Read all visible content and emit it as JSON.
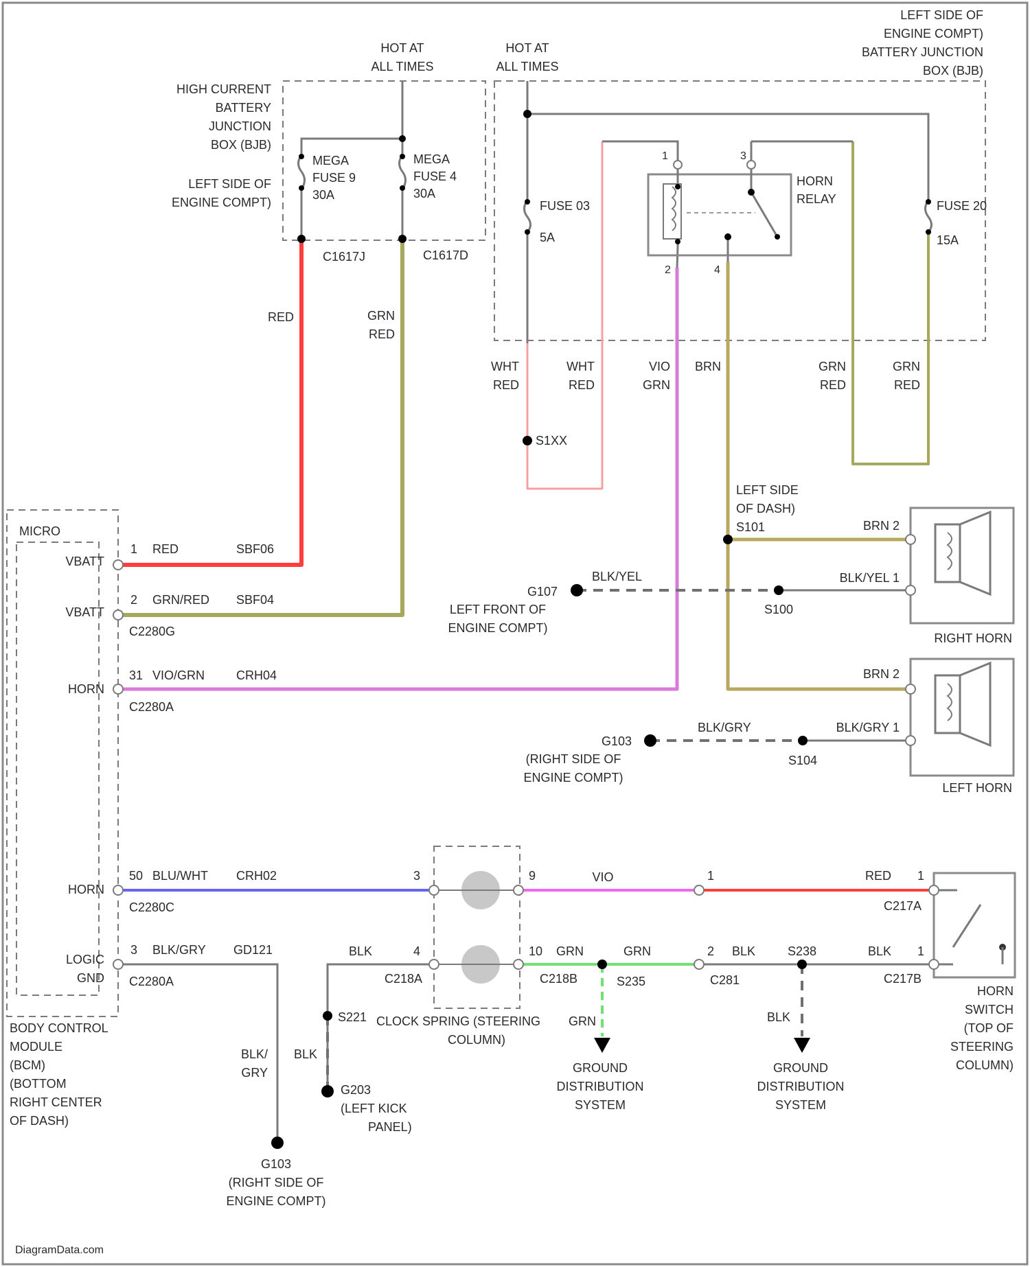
{
  "colors": {
    "red": "#ff3d3d",
    "grn_red": "#a6a85e",
    "wht_red": "#f4a0a0",
    "vio_grn": "#d87ad8",
    "brn": "#b8a860",
    "blu_wht": "#6464f0",
    "vio": "#f068f0",
    "green": "#70e070",
    "grey": "#7a7a7a"
  },
  "labels": {
    "hot_left": [
      "HOT AT",
      "ALL TIMES"
    ],
    "hot_right": [
      "HOT AT",
      "ALL TIMES"
    ],
    "hcbjb": [
      "HIGH CURRENT",
      "BATTERY",
      "JUNCTION",
      "BOX (BJB)"
    ],
    "hcbjb_loc": [
      "LEFT SIDE OF",
      "ENGINE COMPT)"
    ],
    "bjb_top": [
      "LEFT SIDE OF",
      "ENGINE COMPT)",
      "BATTERY JUNCTION",
      "BOX (BJB)"
    ],
    "mega9": [
      "MEGA",
      "FUSE 9",
      "30A"
    ],
    "mega4": [
      "MEGA",
      "FUSE 4",
      "30A"
    ],
    "c1617j": "C1617J",
    "c1617d": "C1617D",
    "fuse_left": [
      "FUSE 03",
      "5A"
    ],
    "fuse_right": [
      "FUSE 20",
      "15A"
    ],
    "horn_relay": [
      "HORN",
      "RELAY"
    ],
    "relay_pins": [
      "1",
      "3",
      "2",
      "4"
    ],
    "wire_red": "RED",
    "wire_grn_red": [
      "GRN",
      "RED"
    ],
    "wire_wht_red_a": [
      "WHT",
      "RED"
    ],
    "wire_wht_red_b": [
      "WHT",
      "RED"
    ],
    "wire_vio_grn": [
      "VIO",
      "GRN"
    ],
    "wire_brn": "BRN",
    "wire_grn_red_c": [
      "GRN",
      "RED"
    ],
    "wire_grn_red_d": [
      "GRN",
      "RED"
    ],
    "s1xx": "S1XX",
    "s101_loc": [
      "LEFT SIDE",
      "OF DASH)",
      "S101"
    ],
    "brn_2_right": "BRN 2",
    "blk_yel": "BLK/YEL",
    "blk_yel_1": "BLK/YEL 1",
    "g107": "G107",
    "g107_loc": [
      "LEFT FRONT OF",
      "ENGINE COMPT)"
    ],
    "s100": "S100",
    "right_horn": "RIGHT HORN",
    "brn_2_left": "BRN 2",
    "blk_gry": "BLK/GRY",
    "blk_gry_1": "BLK/GRY 1",
    "g103_top": "G103",
    "g103_top_loc": [
      "(RIGHT SIDE OF",
      "ENGINE COMPT)"
    ],
    "s104": "S104",
    "left_horn": "LEFT HORN",
    "micro": "MICRO",
    "pin_vbatt_1": "VBATT",
    "pin_vbatt_2": "VBATT",
    "pin_horn_1": "HORN",
    "pin_horn_2": "HORN",
    "pin_logic": [
      "LOGIC",
      "GND"
    ],
    "w1": [
      "1",
      "RED",
      "SBF06"
    ],
    "w2": [
      "2",
      "GRN/RED",
      "SBF04"
    ],
    "c2280g": "C2280G",
    "w31": [
      "31",
      "VIO/GRN",
      "CRH04"
    ],
    "c2280a_1": "C2280A",
    "w50": [
      "50",
      "BLU/WHT",
      "CRH02"
    ],
    "c2280c": "C2280C",
    "w3": [
      "3",
      "BLK/GRY",
      "GD121"
    ],
    "c2280a_2": "C2280A",
    "bcm": [
      "BODY CONTROL",
      "MODULE",
      "(BCM)",
      "(BOTTOM",
      "RIGHT CENTER",
      "OF DASH)"
    ],
    "cs_pin_3": "3",
    "cs_pin_9": "9",
    "cs_pin_4": "4",
    "cs_pin_10": "10",
    "vio": "VIO",
    "red_right": "RED",
    "pin_1_a": "1",
    "pin_1_b": "1",
    "c217a": "C217A",
    "blk_a": "BLK",
    "c218a": "C218A",
    "grn_a": "GRN",
    "grn_b": "GRN",
    "c218b": "C218B",
    "s235": "S235",
    "pin_2": "2",
    "blk_b": "BLK",
    "s238": "S238",
    "blk_c": "BLK",
    "pin_1_c": "1",
    "c281": "C281",
    "c217b": "C217B",
    "clock_spring": [
      "CLOCK SPRING (STEERING",
      "COLUMN)"
    ],
    "s221": "S221",
    "gnd_a": [
      "GROUND",
      "DISTRIBUTION",
      "SYSTEM"
    ],
    "gnd_b": [
      "GROUND",
      "DISTRIBUTION",
      "SYSTEM"
    ],
    "grn_gnd": "GRN",
    "blk_gnd": "BLK",
    "horn_switch": [
      "HORN",
      "SWITCH",
      "(TOP OF",
      "STEERING",
      "COLUMN)"
    ],
    "blk_gry_bottom": [
      "BLK/",
      "GRY"
    ],
    "blk_bottom": "BLK",
    "g203": [
      "G203",
      "(LEFT KICK",
      "PANEL)"
    ],
    "g103_bottom": [
      "G103",
      "(RIGHT SIDE OF",
      "ENGINE COMPT)"
    ],
    "watermark": "DiagramData.com"
  }
}
